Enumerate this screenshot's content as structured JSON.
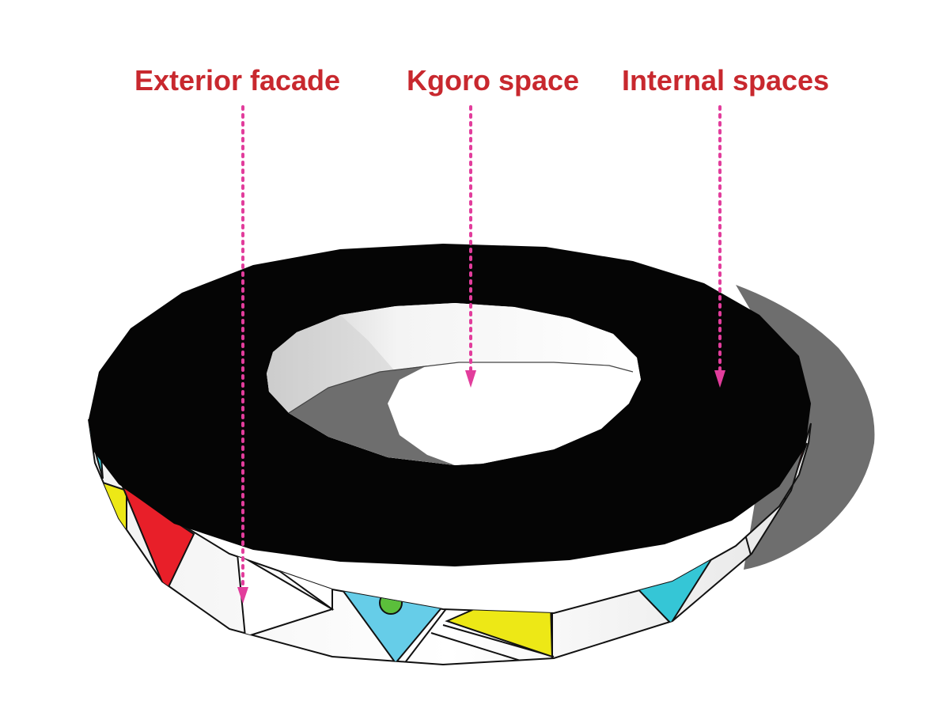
{
  "labels": {
    "exterior_facade": "Exterior facade",
    "kgoro_space": "Kgoro space",
    "internal_spaces": "Internal spaces"
  },
  "colors": {
    "label_text": "#c8282e",
    "pointer": "#e23d9c",
    "roof": "#050505",
    "shadow": "#6e6e6e",
    "wall": "#ffffff",
    "pattern_red": "#e81f29",
    "pattern_cyan": "#35c6d6",
    "pattern_light_blue": "#66cde8",
    "pattern_yellow": "#ede816",
    "pattern_green": "#5bbf3b"
  }
}
